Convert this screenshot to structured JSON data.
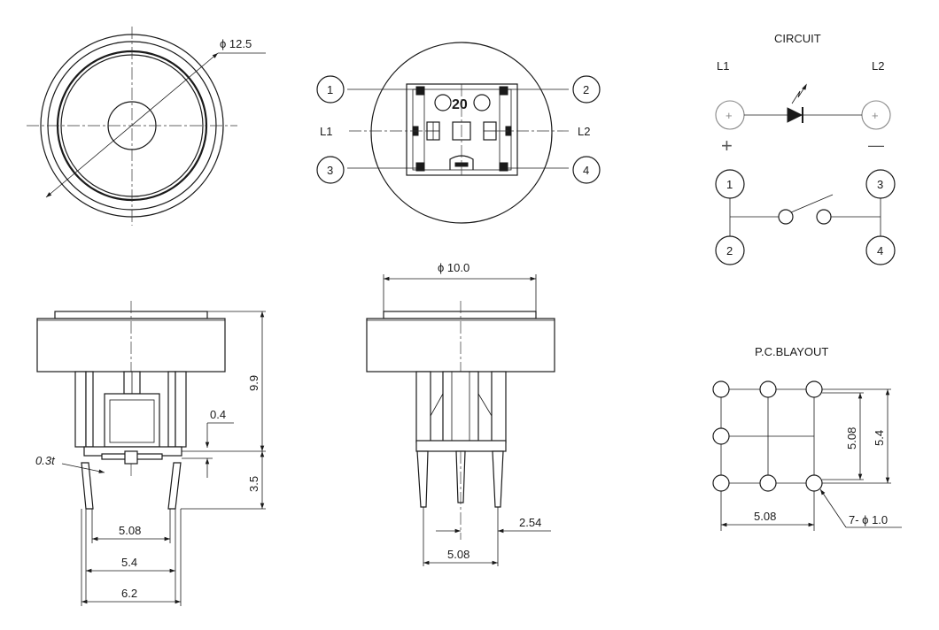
{
  "top_view": {
    "dia_label": "ϕ 12.5"
  },
  "contact_view": {
    "marking": "20",
    "pins": [
      "1",
      "2",
      "3",
      "4"
    ],
    "led_left": "L1",
    "led_right": "L2"
  },
  "circuit": {
    "title": "CIRCUIT",
    "l1": "L1",
    "l2": "L2",
    "plus_terminal": "+",
    "minus_terminal": "+",
    "plus_sign": "+",
    "minus_sign": "—",
    "pins": [
      "1",
      "3",
      "2",
      "4"
    ]
  },
  "side_view_left": {
    "height_label": "9.9",
    "stroke_label": "0.4",
    "thickness_label": "0.3t",
    "pin_len_label": "3.5",
    "pitch_a": "5.08",
    "pitch_b": "5.4",
    "pitch_c": "6.2"
  },
  "side_view_right": {
    "dia_label": "ϕ 10.0",
    "pitch_a": "2.54",
    "pitch_b": "5.08"
  },
  "pcb_layout": {
    "title": "P.C.BLAYOUT",
    "v_a": "5.08",
    "v_b": "5.4",
    "h_a": "5.08",
    "hole_label": "7- ϕ 1.0"
  }
}
